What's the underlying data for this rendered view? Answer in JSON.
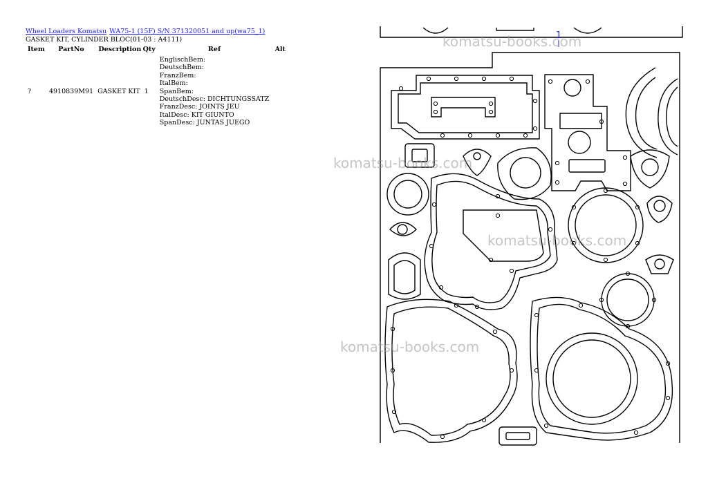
{
  "breadcrumb": {
    "link1": "Wheel Loaders Komatsu",
    "link2": "WA75-1 (15F) S/N  371320051 and up(wa75_1)"
  },
  "subtitle": "GASKET KIT, CYLINDER BLOC(01-03 : A4111)",
  "table": {
    "headers": {
      "item": "Item",
      "partno": "PartNo",
      "description": "Description",
      "qty": "Qty",
      "ref": "Ref",
      "alt": "Alt"
    },
    "row": {
      "item": "?",
      "partno": "4910839M91",
      "description": "GASKET KIT",
      "qty": "1",
      "ref_lines": [
        "EnglischBem:",
        "DeutschBem:",
        "FranzBem:",
        "ItalBem:",
        "SpanBem:",
        "DeutschDesc: DICHTUNGSSATZ",
        "FranzDesc: JOINTS JEU",
        "ItalDesc: KIT GIUNTO",
        "SpanDesc: JUNTAS JUEGO"
      ]
    }
  },
  "drawing": {
    "callout": "1"
  },
  "watermarks": [
    "komatsu-books.com",
    "komatsu-books.com",
    "komatsu-books.com",
    "komatsu-books.com"
  ],
  "colors": {
    "link": "#1a1aff",
    "callout": "#1a1aff",
    "watermark": "#969696"
  }
}
